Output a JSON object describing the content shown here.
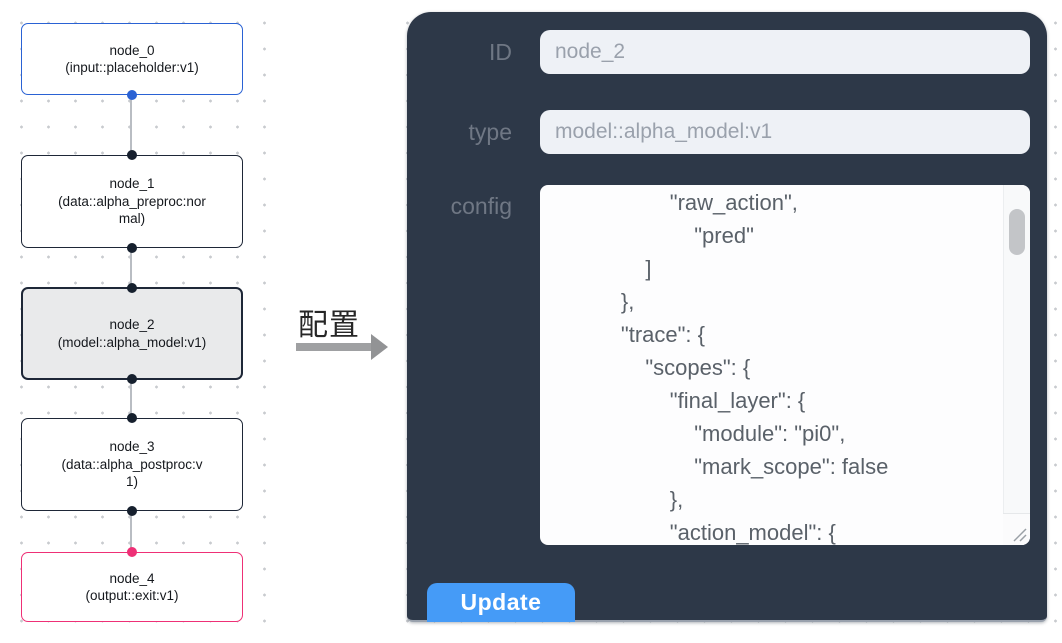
{
  "flow": {
    "nodes": [
      {
        "title": "node_0",
        "subtitle": "(input::placeholder:v1)"
      },
      {
        "title": "node_1",
        "subtitle": "(data::alpha_preproc:normal)"
      },
      {
        "title": "node_2",
        "subtitle": "(model::alpha_model:v1)"
      },
      {
        "title": "node_3",
        "subtitle": "(data::alpha_postproc:v1)"
      },
      {
        "title": "node_4",
        "subtitle": "(output::exit:v1)"
      }
    ]
  },
  "annotation": {
    "label": "配置"
  },
  "panel": {
    "id_label": "ID",
    "id_value": "node_2",
    "type_label": "type",
    "type_value": "model::alpha_model:v1",
    "config_label": "config",
    "config_text": "                \"raw_action\",\n                    \"pred\"\n            ]\n        },\n        \"trace\": {\n            \"scopes\": {\n                \"final_layer\": {\n                    \"module\": \"pi0\",\n                    \"mark_scope\": false\n                },\n                \"action_model\": {",
    "update_label": "Update"
  },
  "colors": {
    "accent_blue": "#2a62d4",
    "port_dark": "#16202e",
    "node_border": "#1e2737",
    "selected_gray": "#e9eaeb",
    "output_pink": "#ee3076",
    "connector_gray": "#b9bdc3",
    "arrow_gray": "#9fa0a2",
    "panel_bg": "#2d3848",
    "field_bg": "#eef1f6",
    "field_text": "#9aa1ac",
    "label_gray": "#6f7784",
    "config_text": "#5a6169",
    "update_blue": "#459bf7"
  }
}
